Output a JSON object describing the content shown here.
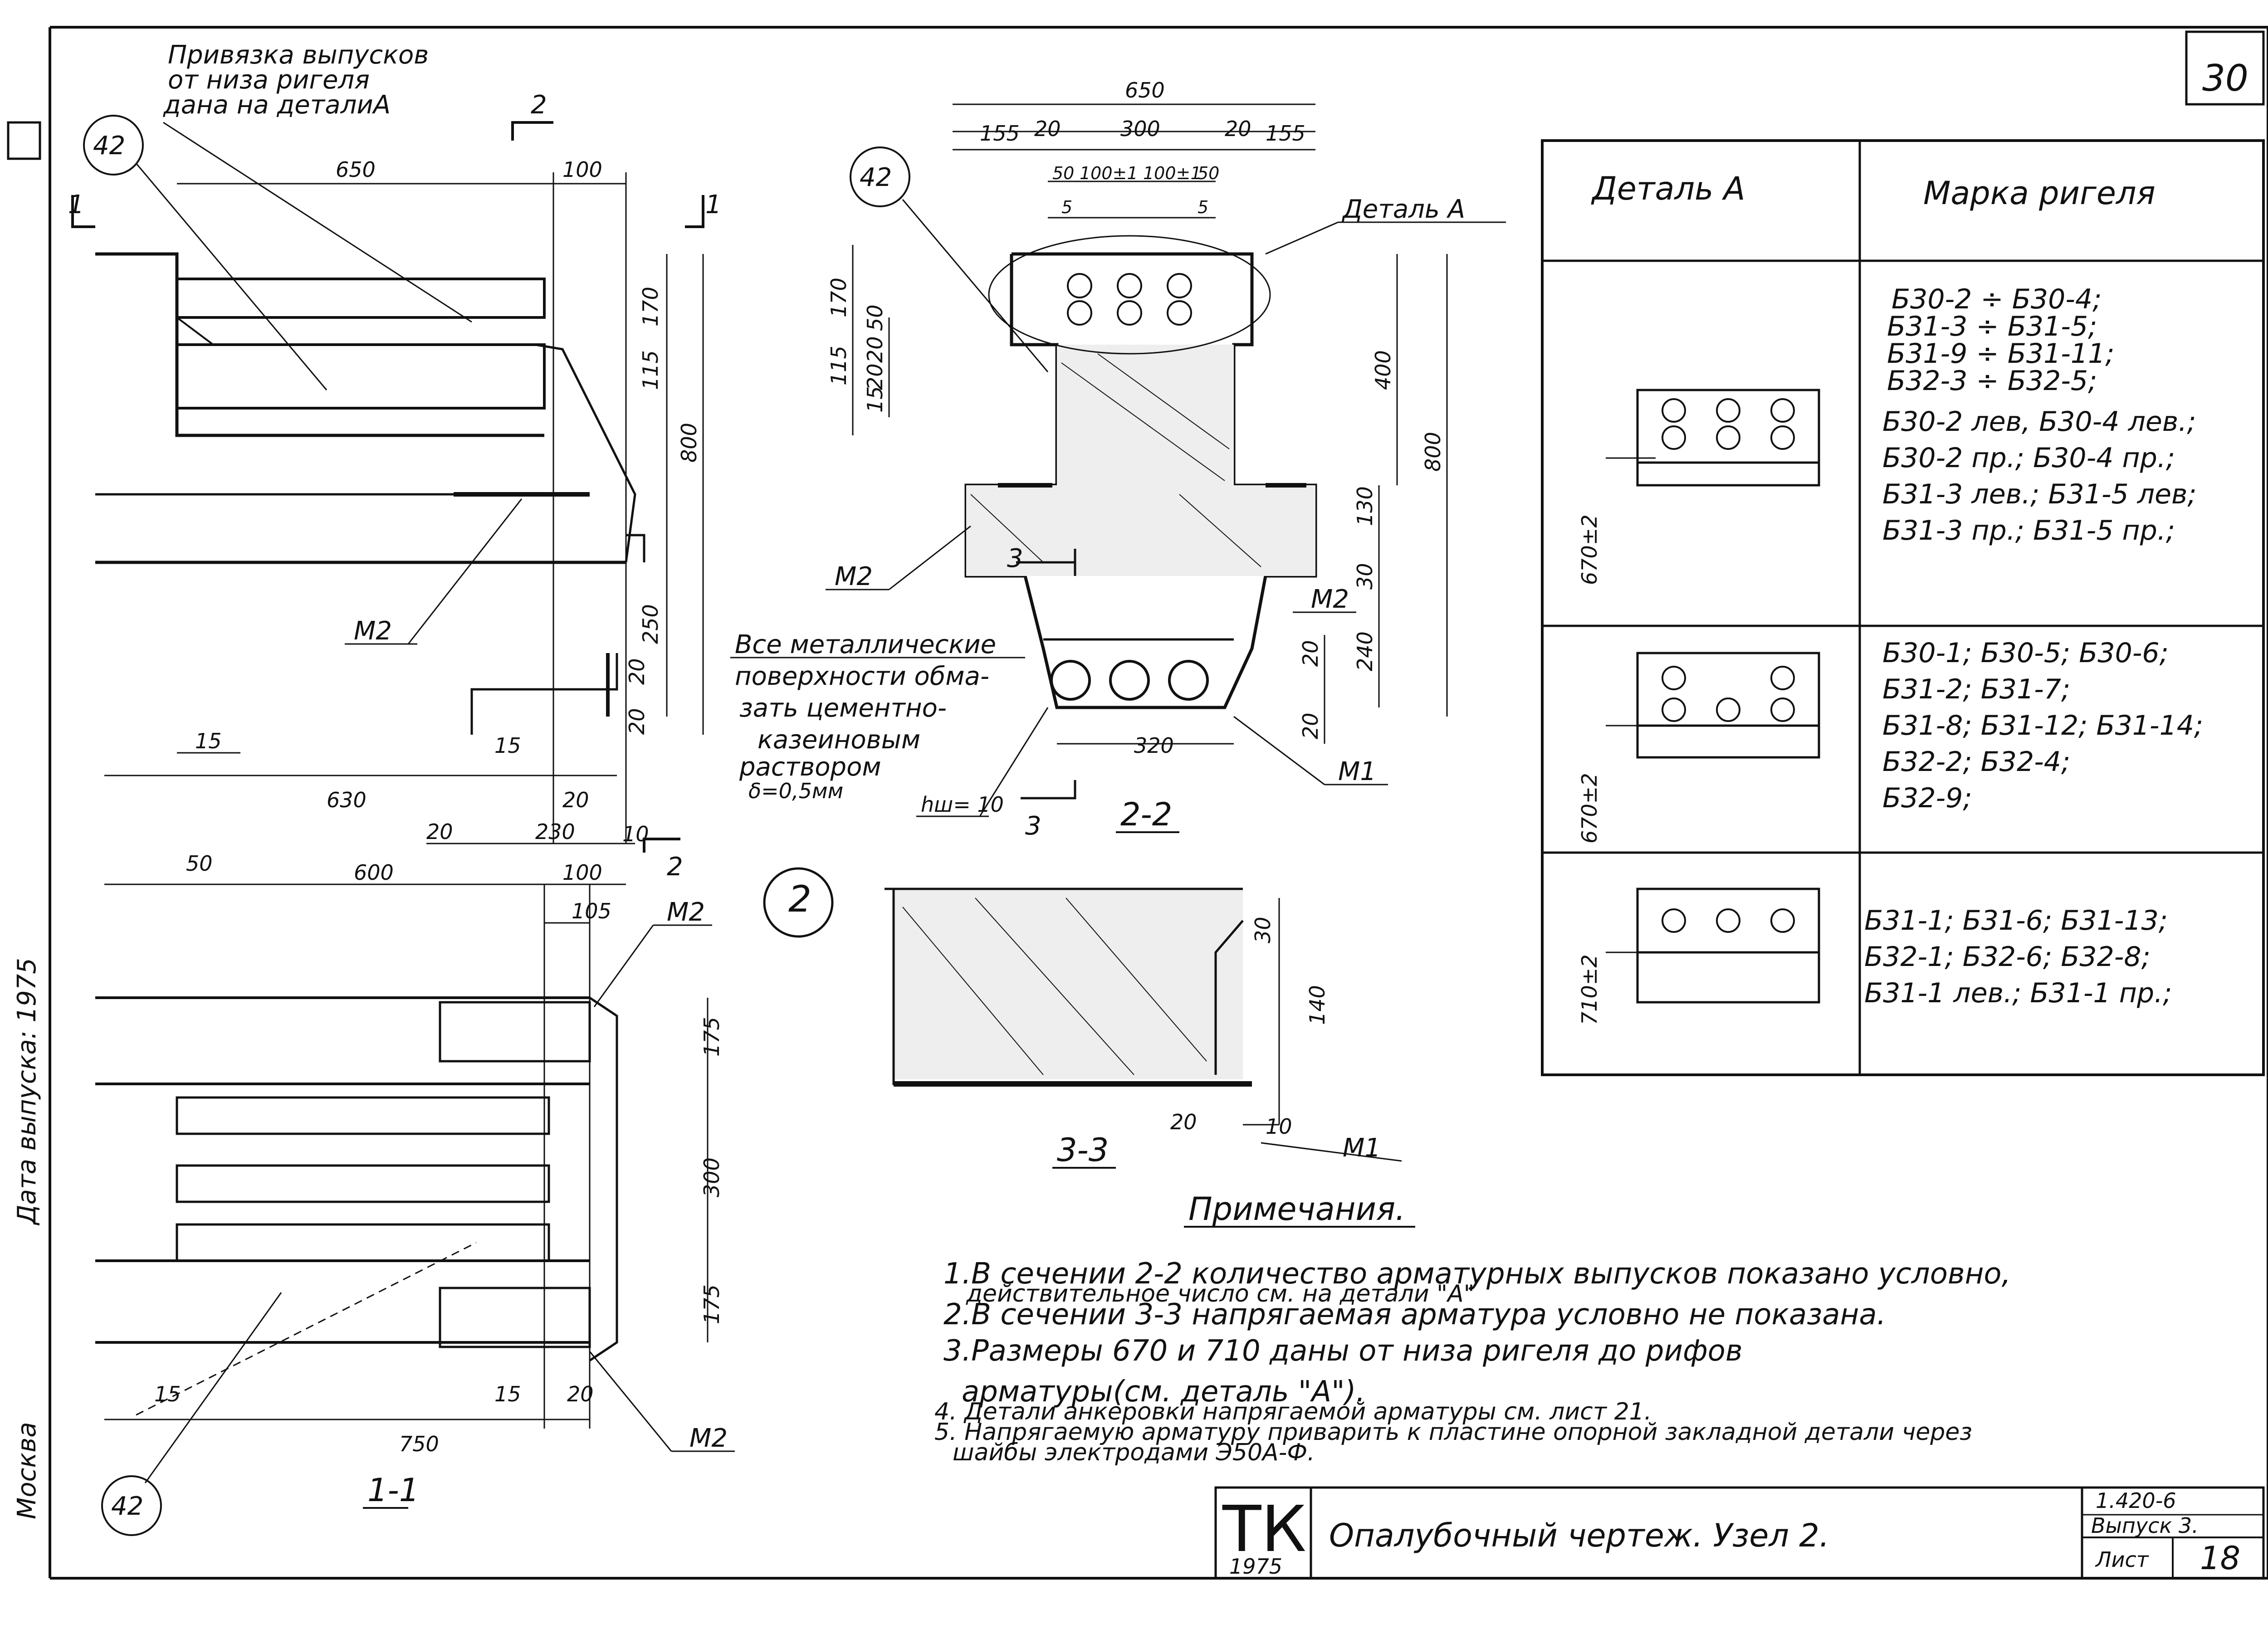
{
  "sheet": {
    "page_number": "30",
    "left_margin": {
      "city": "Москва",
      "release_date": "Дата выпуска: 1975"
    }
  },
  "top_annotation": [
    "Привязка выпусков",
    "от низа ригеля",
    "дана на деталиА"
  ],
  "marks": {
    "m1": "М1",
    "m2": "М2",
    "item42": "42",
    "detail_a": "Деталь А",
    "node2": "2"
  },
  "view_1_1": {
    "title": "1-1",
    "section_mark": "1",
    "dims_top": [
      "650",
      "100"
    ],
    "dims_right": [
      "170",
      "115",
      "800",
      "250",
      "20",
      "20",
      "10"
    ],
    "dims_bottom": [
      "15",
      "15",
      "20",
      "630",
      "20",
      "230"
    ]
  },
  "view_plan": {
    "dims_top": [
      "50",
      "600",
      "100",
      "105"
    ],
    "dims_right": [
      "175",
      "300",
      "175"
    ],
    "dims_bottom": [
      "15",
      "15",
      "20",
      "750"
    ]
  },
  "section_2_2": {
    "title": "2-2",
    "section_mark": "3",
    "dims_top": [
      "650",
      "155",
      "20",
      "300",
      "20",
      "155",
      "50",
      "100±1",
      "100±1",
      "50",
      "5",
      "5"
    ],
    "dims_left": [
      "170",
      "50",
      "115",
      "20",
      "15",
      "20"
    ],
    "dims_right": [
      "400",
      "800",
      "130",
      "30",
      "240",
      "20",
      "20"
    ],
    "bottom": [
      "320",
      "hш= 10"
    ],
    "note": [
      "Все металлические",
      "поверхности обма-",
      "зать цементно-",
      "казеиновым",
      "раствором",
      "δ=0,5мм"
    ]
  },
  "section_3_3": {
    "title": "3-3",
    "dims": [
      "30",
      "140",
      "20",
      "10"
    ]
  },
  "notes": {
    "title": "Примечания.",
    "items": [
      "1.В сечении 2-2 количество арматурных выпусков показано условно,",
      "действительное число см. на детали \"А\"",
      "2.В сечении 3-3 напрягаемая арматура условно не показана.",
      "3.Размеры 670 и 710 даны от низа ригеля до рифов",
      "арматуры(см. деталь \"А\").",
      "4. Детали анкеровки напрягаемой арматуры см. лист 21.",
      "5. Напрягаемую арматуру приварить к пластине опорной закладной детали через",
      "шайбы электродами Э50А-Ф."
    ]
  },
  "detail_table": {
    "headers": [
      "Деталь А",
      "Марка ригеля"
    ],
    "rows": [
      {
        "dim": "670±2",
        "marks": [
          "Б30-2 ÷ Б30-4;",
          "Б31-3 ÷ Б31-5;",
          "Б31-9 ÷ Б31-11;",
          "Б32-3 ÷ Б32-5;",
          "Б30-2 лев, Б30-4 лев.;",
          "Б30-2 пр.; Б30-4 пр.;",
          "Б31-3 лев.; Б31-5 лев;",
          "Б31-3 пр.; Б31-5 пр.;"
        ]
      },
      {
        "dim": "670±2",
        "marks": [
          "Б30-1; Б30-5; Б30-6;",
          "Б31-2; Б31-7;",
          "Б31-8; Б31-12; Б31-14;",
          "Б32-2; Б32-4;",
          "Б32-9;"
        ]
      },
      {
        "dim": "710±2",
        "marks": [
          "Б31-1; Б31-6; Б31-13;",
          "Б32-1; Б32-6; Б32-8;",
          "Б31-1 лев.; Б31-1 пр.;"
        ]
      }
    ]
  },
  "title_block": {
    "logo": "ТК",
    "year": "1975",
    "title": "Опалубочный чертеж. Узел 2.",
    "doc_code": "1.420-6",
    "issue": "Выпуск 3.",
    "sheet_label": "Лист",
    "sheet_number": "18"
  }
}
